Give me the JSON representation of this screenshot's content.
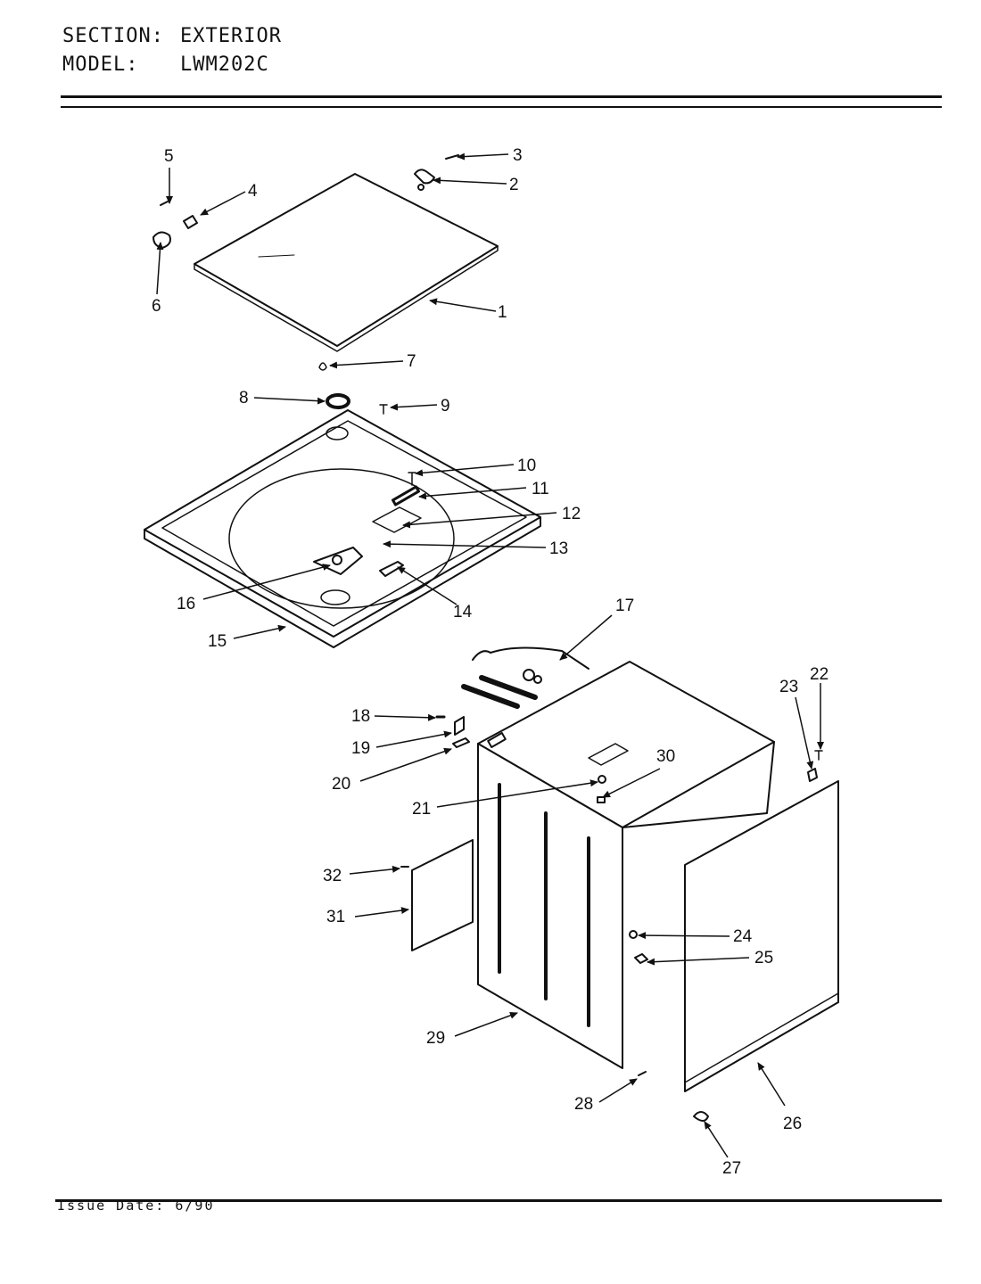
{
  "header": {
    "section_label": "SECTION:",
    "section_value": "EXTERIOR",
    "model_label": "MODEL:",
    "model_value": "LWM202C"
  },
  "footer": {
    "issue_date": "Issue Date: 6/90"
  },
  "callouts": [
    "1",
    "2",
    "3",
    "4",
    "5",
    "6",
    "7",
    "8",
    "9",
    "10",
    "11",
    "12",
    "13",
    "14",
    "15",
    "16",
    "17",
    "18",
    "19",
    "20",
    "21",
    "22",
    "23",
    "24",
    "25",
    "26",
    "27",
    "28",
    "29",
    "30",
    "31",
    "32"
  ]
}
